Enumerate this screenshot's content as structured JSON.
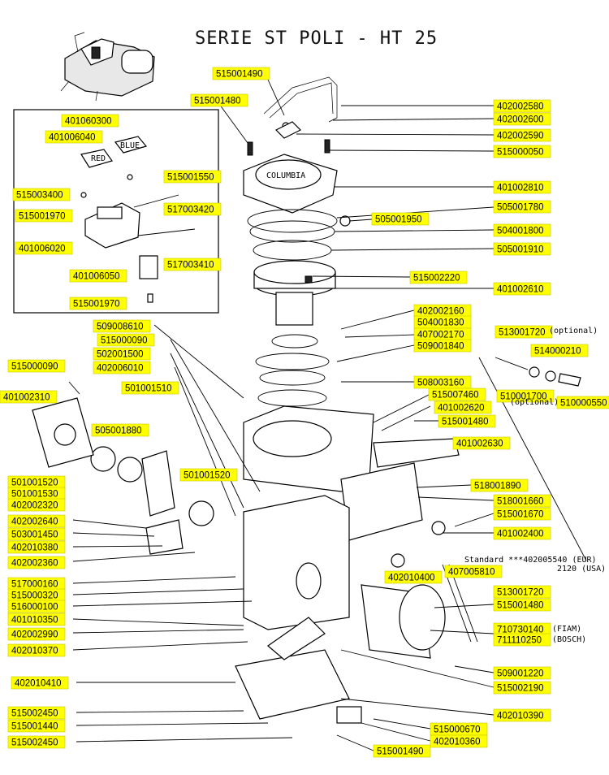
{
  "title": "SERIE ST POLI - HT 25",
  "parts": {
    "p515001490_top": "515001490",
    "p515001480_top": "515001480",
    "p402002580": "402002580",
    "p402002600": "402002600",
    "p402002590": "402002590",
    "p515000050": "515000050",
    "p401060300": "401060300",
    "p401006040": "401006040",
    "p515001550": "515001550",
    "p515003400": "515003400",
    "p515001970_a": "515001970",
    "p517003420": "517003420",
    "p401006020": "401006020",
    "p517003410": "517003410",
    "p401006050": "401006050",
    "p515001970_b": "515001970",
    "p401002810": "401002810",
    "p505001780": "505001780",
    "p505001950": "505001950",
    "p504001800": "504001800",
    "p505001910": "505001910",
    "p515002220": "515002220",
    "p401002610": "401002610",
    "p402002160": "402002160",
    "p504001830": "504001830",
    "p407002170": "407002170",
    "p509001840": "509001840",
    "p509008610": "509008610",
    "p515000090_a": "515000090",
    "p502001500": "502001500",
    "p402006010": "402006010",
    "p513001720_opt": "513001720",
    "p514000210": "514000210",
    "p510001700": "510001700",
    "p510000550": "510000550",
    "p515000090_b": "515000090",
    "p401002310": "401002310",
    "p501001510": "501001510",
    "p508003160": "508003160",
    "p515007460": "515007460",
    "p401002620": "401002620",
    "p515001480_mid": "515001480",
    "p505001880": "505001880",
    "p401002630": "401002630",
    "p501001520_a": "501001520",
    "p501001530": "501001530",
    "p402002320": "402002320",
    "p501001520_b": "501001520",
    "p518001890": "518001890",
    "p518001660": "518001660",
    "p515001670": "515001670",
    "p402002640": "402002640",
    "p503001450": "503001450",
    "p402010380": "402010380",
    "p401002400": "401002400",
    "p402002360": "402002360",
    "p407005810": "407005810",
    "p402010400": "402010400",
    "p517000160": "517000160",
    "p515000320": "515000320",
    "p516000100": "516000100",
    "p401010350": "401010350",
    "p402002990": "402002990",
    "p402010370": "402010370",
    "p513001720_b": "513001720",
    "p515001480_low": "515001480",
    "p710730140": "710730140",
    "p711110250": "711110250",
    "p509001220": "509001220",
    "p515002190": "515002190",
    "p402010410": "402010410",
    "p402010390": "402010390",
    "p515002450_a": "515002450",
    "p515001440": "515001440",
    "p515002450_b": "515002450",
    "p515000670": "515000670",
    "p402010360": "402010360",
    "p515001490_low": "515001490"
  },
  "notes": {
    "optional_1": "(optional)",
    "optional_2": "(optional)",
    "standard": "Standard ***402005540 (EUR)",
    "usa": "2120 (USA)",
    "fiam": "(FIAM)",
    "bosch": "(BOSCH)",
    "columbia": "COLUMBIA",
    "blue": "BLUE",
    "red": "RED"
  }
}
